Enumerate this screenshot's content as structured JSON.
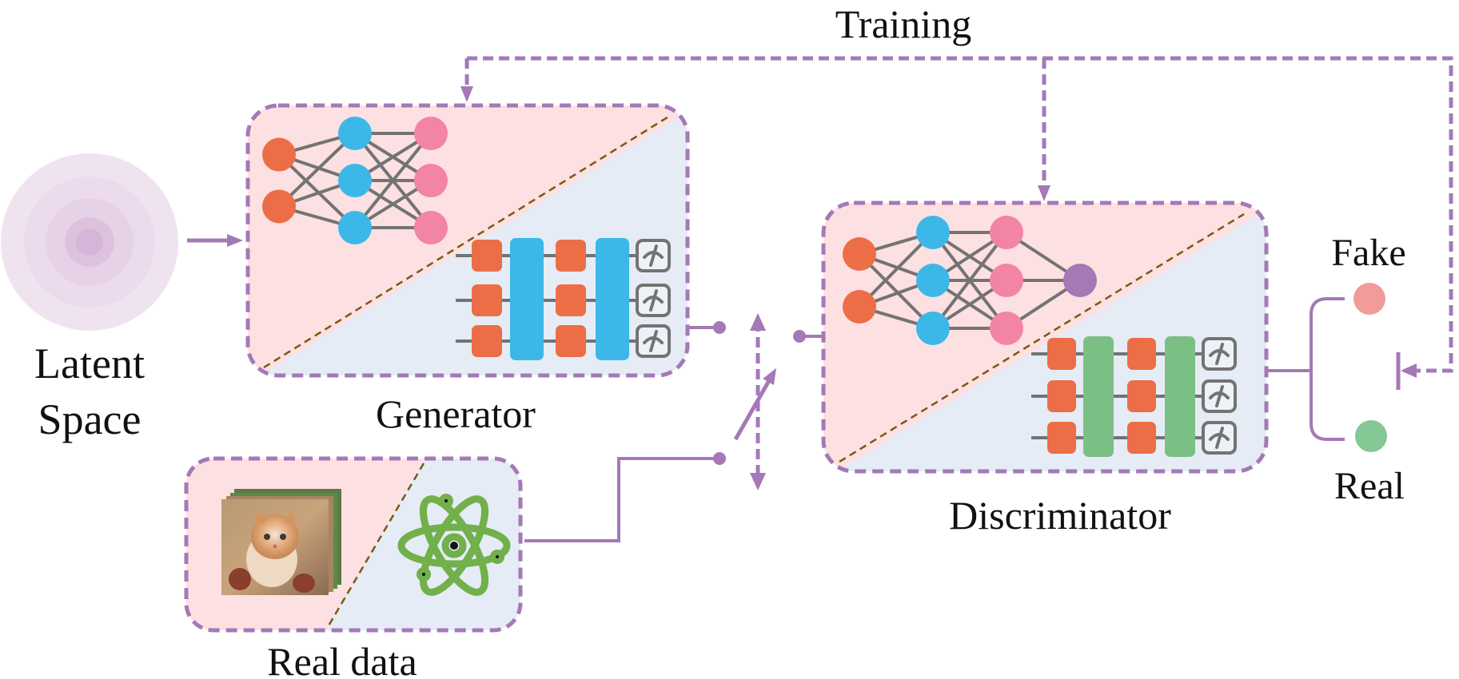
{
  "labels": {
    "training": "Training",
    "latent_line1": "Latent",
    "latent_line2": "Space",
    "generator": "Generator",
    "discriminator": "Discriminator",
    "real_data": "Real data",
    "fake": "Fake",
    "real": "Real"
  },
  "icons": {
    "latent": "concentric-circles-icon",
    "classical_nn": "neural-network-icon",
    "quantum_circuit": "quantum-circuit-icon",
    "measurement": "measurement-gauge-icon",
    "cat_images": "image-stack-icon",
    "atom": "atom-icon"
  },
  "colors": {
    "accent_purple": "#a479b6",
    "box_pink": "#fde0e2",
    "box_blue": "#e5ecf6",
    "input_node": "#ec6e46",
    "hidden_node": "#3bb8e8",
    "output_node": "#f284a5",
    "disc_output_node": "#a479b6",
    "gen_bar": "#3bb8e8",
    "disc_bar": "#7bbf85",
    "fake_dot": "#f29b9b",
    "real_dot": "#85c795",
    "atom_green": "#71b04a",
    "diag_line": "#7a5a10"
  },
  "generator": {
    "nn_layers": [
      2,
      3,
      3
    ],
    "qubits": 3
  },
  "discriminator": {
    "nn_layers": [
      2,
      3,
      3,
      1
    ],
    "qubits": 3
  }
}
